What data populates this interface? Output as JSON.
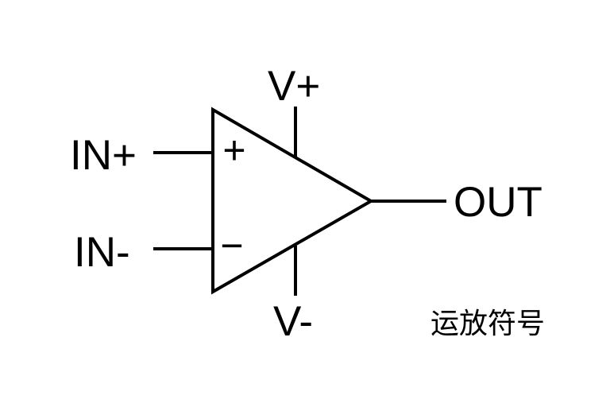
{
  "diagram": {
    "caption": "运放符号",
    "colors": {
      "background": "#ffffff",
      "stroke": "#000000",
      "text": "#000000"
    },
    "opamp": {
      "labels": {
        "in_plus": "IN+",
        "in_minus": "IN-",
        "v_plus": "V+",
        "v_minus": "V-",
        "out": "OUT",
        "plus_marker": "+",
        "minus_marker": "−"
      }
    }
  }
}
